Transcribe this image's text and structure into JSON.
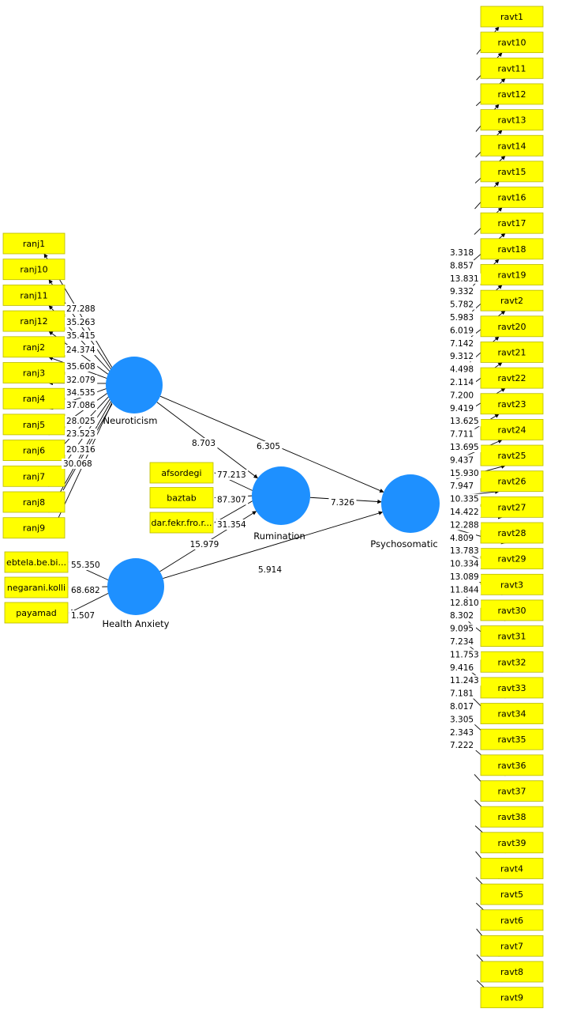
{
  "constructs": {
    "neuroticism": "Neuroticism",
    "health_anxiety": "Health Anxiety",
    "rumination": "Rumination",
    "psychosomatic": "Psychosomatic"
  },
  "colors": {
    "indicator_fill": "#ffff00",
    "construct_fill": "#1e90ff"
  },
  "neuroticism_indicators": [
    {
      "name": "ranj1",
      "weight": ""
    },
    {
      "name": "ranj10",
      "weight": "27.288"
    },
    {
      "name": "ranj11",
      "weight": "35.263"
    },
    {
      "name": "ranj12",
      "weight": "35.415"
    },
    {
      "name": "ranj2",
      "weight": "24.374"
    },
    {
      "name": "ranj3",
      "weight": "35.608"
    },
    {
      "name": "ranj4",
      "weight": "32.079"
    },
    {
      "name": "ranj5",
      "weight": "34.535"
    },
    {
      "name": "ranj6",
      "weight": "37.086"
    },
    {
      "name": "ranj7",
      "weight": "28.025"
    },
    {
      "name": "ranj8",
      "weight": "23.523"
    },
    {
      "name": "ranj9",
      "weight": "20.316"
    }
  ],
  "neuroticism_extra_weight": "30.068",
  "rumination_indicators": [
    {
      "name": "afsordegi",
      "weight": "77.213"
    },
    {
      "name": "baztab",
      "weight": "87.307"
    },
    {
      "name": "dar.fekr.fro.r...",
      "weight": "31.354"
    }
  ],
  "health_anxiety_indicators": [
    {
      "name": "ebtela.be.bi...",
      "weight": "55.350"
    },
    {
      "name": "negarani.kolli",
      "weight": "68.682"
    },
    {
      "name": "payamad",
      "weight": "1.507"
    }
  ],
  "psychosomatic_indicators": [
    "ravt1",
    "ravt10",
    "ravt11",
    "ravt12",
    "ravt13",
    "ravt14",
    "ravt15",
    "ravt16",
    "ravt17",
    "ravt18",
    "ravt19",
    "ravt2",
    "ravt20",
    "ravt21",
    "ravt22",
    "ravt23",
    "ravt24",
    "ravt25",
    "ravt26",
    "ravt27",
    "ravt28",
    "ravt29",
    "ravt3",
    "ravt30",
    "ravt31",
    "ravt32",
    "ravt33",
    "ravt34",
    "ravt35",
    "ravt36",
    "ravt37",
    "ravt38",
    "ravt39",
    "ravt4",
    "ravt5",
    "ravt6",
    "ravt7",
    "ravt8",
    "ravt9"
  ],
  "psychosomatic_weights": [
    "3.318",
    "8.857",
    "13.831",
    "9.332",
    "5.782",
    "5.983",
    "6.019",
    "7.142",
    "9.312",
    "4.498",
    "2.114",
    "7.200",
    "9.419",
    "13.625",
    "7.711",
    "13.695",
    "9.437",
    "15.930",
    "7.947",
    "10.335",
    "14.422",
    "12.288",
    "4.809",
    "13.783",
    "10.334",
    "13.089",
    "11.844",
    "12.810",
    "8.302",
    "9.095",
    "7.234",
    "11.753",
    "9.416",
    "11.243",
    "7.181",
    "8.017",
    "3.305",
    "2.343",
    "7.222"
  ],
  "paths": [
    {
      "from": "Neuroticism",
      "to": "Rumination",
      "value": "8.703"
    },
    {
      "from": "Neuroticism",
      "to": "Psychosomatic",
      "value": "6.305"
    },
    {
      "from": "Rumination",
      "to": "Psychosomatic",
      "value": "7.326"
    },
    {
      "from": "Health Anxiety",
      "to": "Rumination",
      "value": "15.979"
    },
    {
      "from": "Health Anxiety",
      "to": "Psychosomatic",
      "value": "5.914"
    }
  ]
}
